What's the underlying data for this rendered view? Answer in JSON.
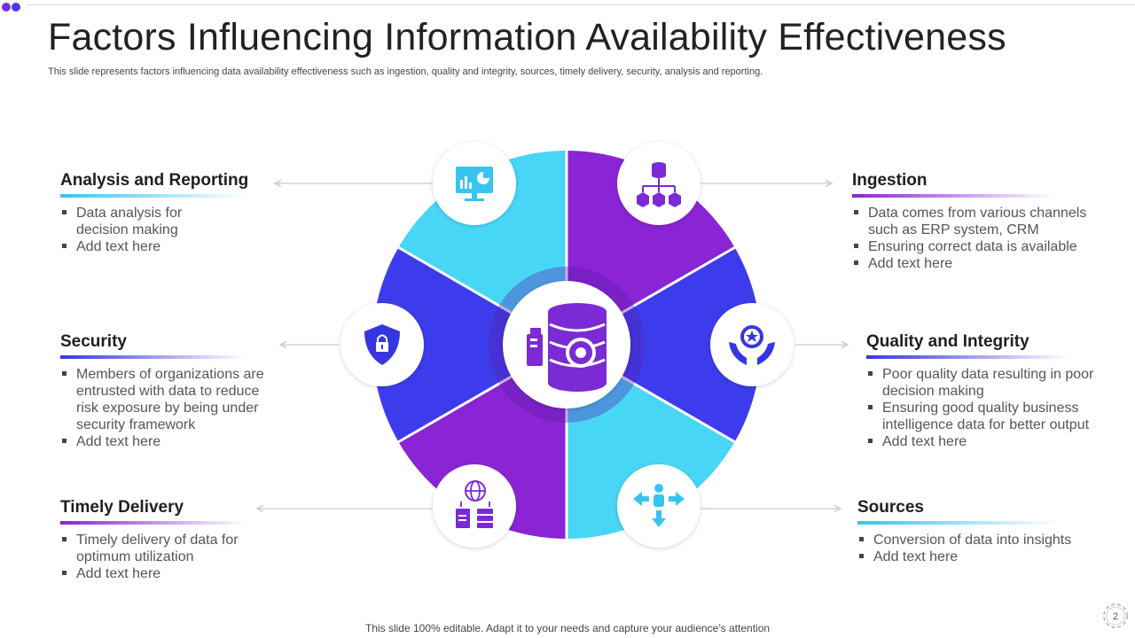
{
  "title": "Factors Influencing Information Availability Effectiveness",
  "subtitle": "This slide represents factors influencing data availability effectiveness such as ingestion, quality and integrity, sources, timely delivery, security, analysis and reporting.",
  "footer": "This slide 100% editable. Adapt it to your needs and capture your audience’s attention",
  "page_number": "2",
  "colors": {
    "cyan": "#48d6f7",
    "purple": "#8a24d4",
    "blue": "#3c3cec",
    "icon_purple": "#7b2ad6",
    "icon_cyan": "#37c4ef",
    "icon_blue": "#3636e0",
    "text": "#555555"
  },
  "factors": {
    "analysis": {
      "title": "Analysis and Reporting",
      "icon": "dashboard-monitor-icon",
      "bullets": [
        "Data analysis for decision making",
        "Add text here"
      ]
    },
    "ingestion": {
      "title": "Ingestion",
      "icon": "database-hierarchy-icon",
      "bullets": [
        "Data comes from various channels such as ERP system, CRM",
        "Ensuring correct data is available",
        "Add text here"
      ]
    },
    "security": {
      "title": "Security",
      "icon": "shield-lock-icon",
      "bullets": [
        "Members of organizations are entrusted with data to reduce risk exposure by being under security framework",
        "Add text here"
      ]
    },
    "quality": {
      "title": "Quality and Integrity",
      "icon": "hands-award-icon",
      "bullets": [
        "Poor quality data resulting in poor decision making",
        "Ensuring good quality business intelligence data for better output",
        "Add text here"
      ]
    },
    "timely": {
      "title": "Timely Delivery",
      "icon": "globe-documents-icon",
      "bullets": [
        "Timely delivery of data for optimum utilization",
        "Add text here"
      ]
    },
    "sources": {
      "title": "Sources",
      "icon": "person-arrows-icon",
      "bullets": [
        "Conversion of data into insights",
        "Add text here"
      ]
    }
  },
  "center_icon": "database-gear-icon"
}
